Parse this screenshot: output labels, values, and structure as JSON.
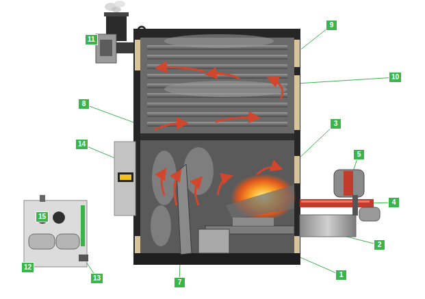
{
  "diagram": {
    "labels": [
      "1",
      "2",
      "3",
      "4",
      "5",
      "7",
      "8",
      "9",
      "10",
      "11",
      "12",
      "13",
      "14",
      "15"
    ]
  }
}
